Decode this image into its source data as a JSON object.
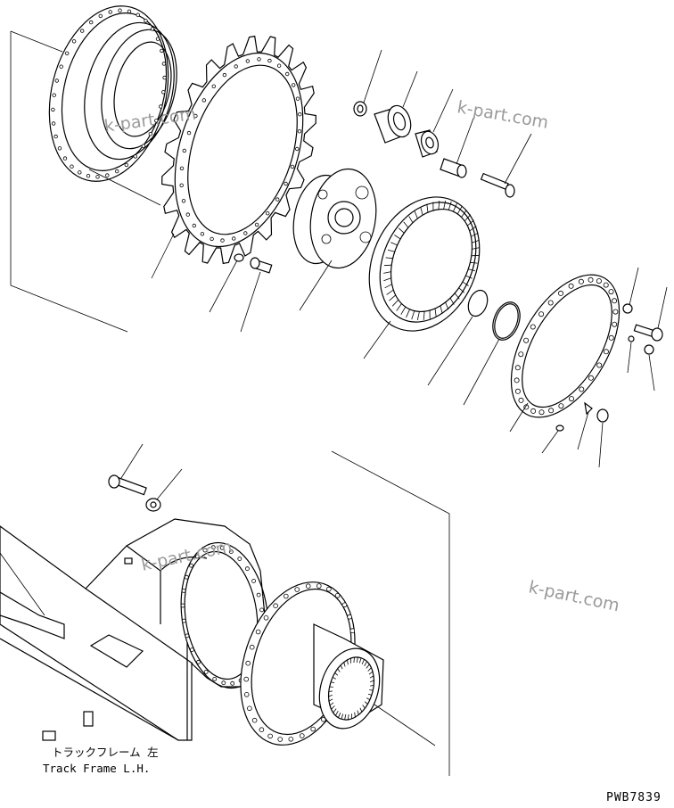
{
  "watermarks": [
    "k-part.com",
    "k-part.com",
    "k-part.com",
    "k-part.com"
  ],
  "labels": {
    "track_frame_jp": "トラックフレーム 左",
    "track_frame_en": "Track Frame L.H.",
    "drawing_code": "PWB7839"
  }
}
